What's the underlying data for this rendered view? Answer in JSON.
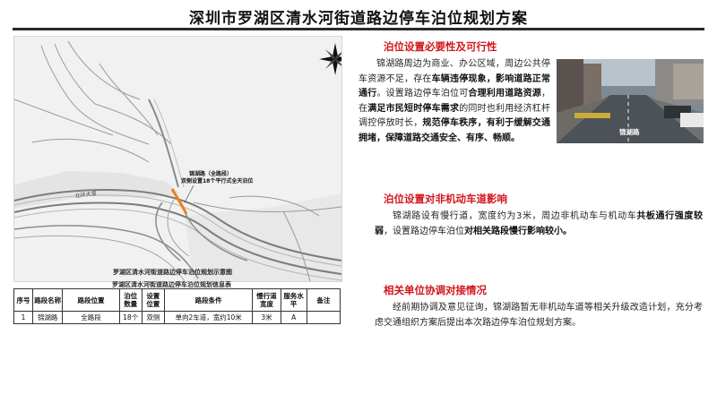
{
  "page": {
    "title": "深圳市罗湖区清水河街道路边停车泊位规划方案"
  },
  "map": {
    "road_label": "北环大道",
    "callout_line1": "锦湖路（全路段）",
    "callout_line2": "双侧设置18个平行式全天泊位",
    "caption_line1": "罗湖区清水河街道路边停车泊位规划示意图",
    "caption_line2": "罗湖区清水河街道路边停车泊位规划信息表",
    "compass_icon": "compass-rose-icon",
    "highlight_color": "#ef7d1a"
  },
  "table": {
    "headers": [
      "序号",
      "路段名称",
      "路段位置",
      "泊位数量",
      "设置位置",
      "路段条件",
      "慢行道宽度",
      "服务水平",
      "备注"
    ],
    "rows": [
      [
        "1",
        "锦湖路",
        "全路段",
        "18个",
        "双侧",
        "单向2车道，宽约10米",
        "3米",
        "A",
        ""
      ]
    ]
  },
  "photo": {
    "label": "锦湖路"
  },
  "sections": {
    "s1": {
      "title": "泊位设置必要性及可行性",
      "t1": "锦湖路周边为商业、办公区域，周边公共停车资源不足，存在",
      "t2": "车辆违停现象，影响道路正常通行",
      "t3": "。设置路边停车泊位可",
      "t4": "合理利用道路资源",
      "t5": "，在",
      "t6": "满足市民短时停车需求",
      "t7": "的同时也利用经济杠杆调控停放时长，",
      "t8": "规范停车秩序，有利于缓解交通拥堵，保障道路交通安全、有序、畅顺。"
    },
    "s2": {
      "title": "泊位设置对非机动车道影响",
      "t1": "锦湖路设有慢行道，宽度约为3米，周边非机动车与机动车",
      "t2": "共板通行强度较弱",
      "t3": "，设置路边停车泊位",
      "t4": "对相关路段慢行影响较小。"
    },
    "s3": {
      "title": "相关单位协调对接情况",
      "t1": "经前期协调及意见征询，锦湖路暂无非机动车道等相关升级改造计划，充分考虑交通组织方案后提出本次路边停车泊位规划方案。"
    }
  },
  "colors": {
    "accent_red": "#d2161d",
    "rule": "#2a2a2a"
  }
}
